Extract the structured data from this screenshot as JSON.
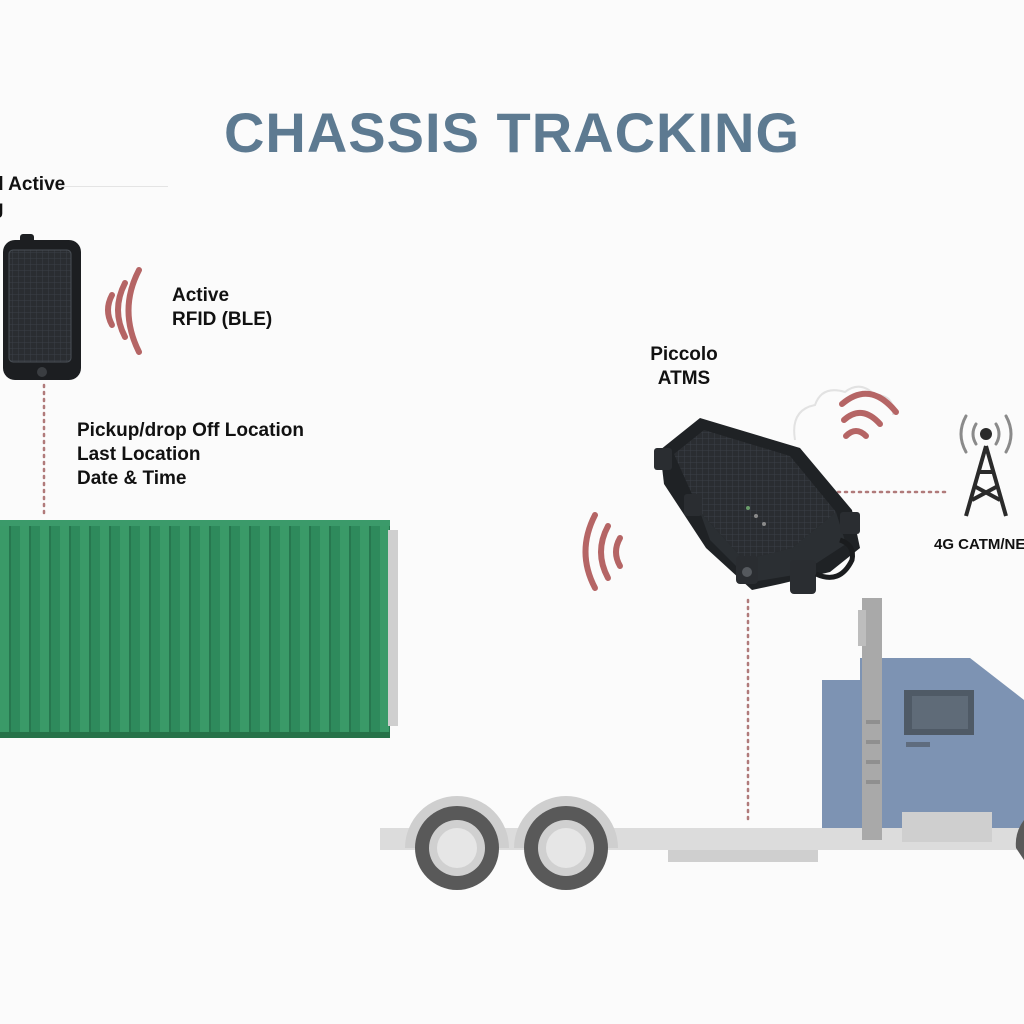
{
  "title": "CHASSIS TRACKING",
  "tag_label": {
    "line1": "d Active",
    "line2": "g"
  },
  "rfid_label": {
    "line1": "Active",
    "line2": "RFID (BLE)"
  },
  "info_lines": [
    "Pickup/drop Off Location",
    "Last Location",
    "Date & Time"
  ],
  "device_label": {
    "line1": "Piccolo",
    "line2": "ATMS"
  },
  "network_label": "4G CATM/NE",
  "colors": {
    "title": "#5d7a91",
    "container": "#2f8a5e",
    "signal": "#b56565",
    "truck_cab": "#7d93b3",
    "chassis": "#d8d8d8",
    "dotted_line": "#b07a7a"
  },
  "icons": [
    "rfid-tag-icon",
    "signal-waves-icon",
    "piccolo-device-icon",
    "cell-tower-icon",
    "truck-icon",
    "container-icon"
  ]
}
